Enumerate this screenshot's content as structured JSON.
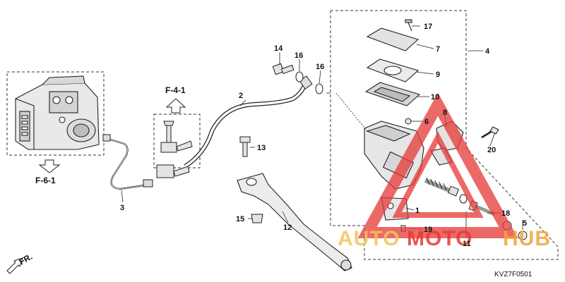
{
  "diagram": {
    "callouts": [
      "1",
      "2",
      "3",
      "4",
      "5",
      "6",
      "7",
      "8",
      "9",
      "10",
      "11",
      "12",
      "13",
      "14",
      "15",
      "16",
      "16",
      "17",
      "18",
      "19",
      "20"
    ],
    "references": {
      "abs_ref": "F-6-1",
      "top_ref": "F-4-1",
      "front_label": "FR."
    },
    "drawing_code": "KVZ7F0501",
    "watermark": {
      "part1": "AUTO",
      "part2": "MOTO",
      "part3": "HUB",
      "color1": "#f5c25a",
      "color2": "#e53935",
      "color3": "#f2a33a"
    }
  }
}
